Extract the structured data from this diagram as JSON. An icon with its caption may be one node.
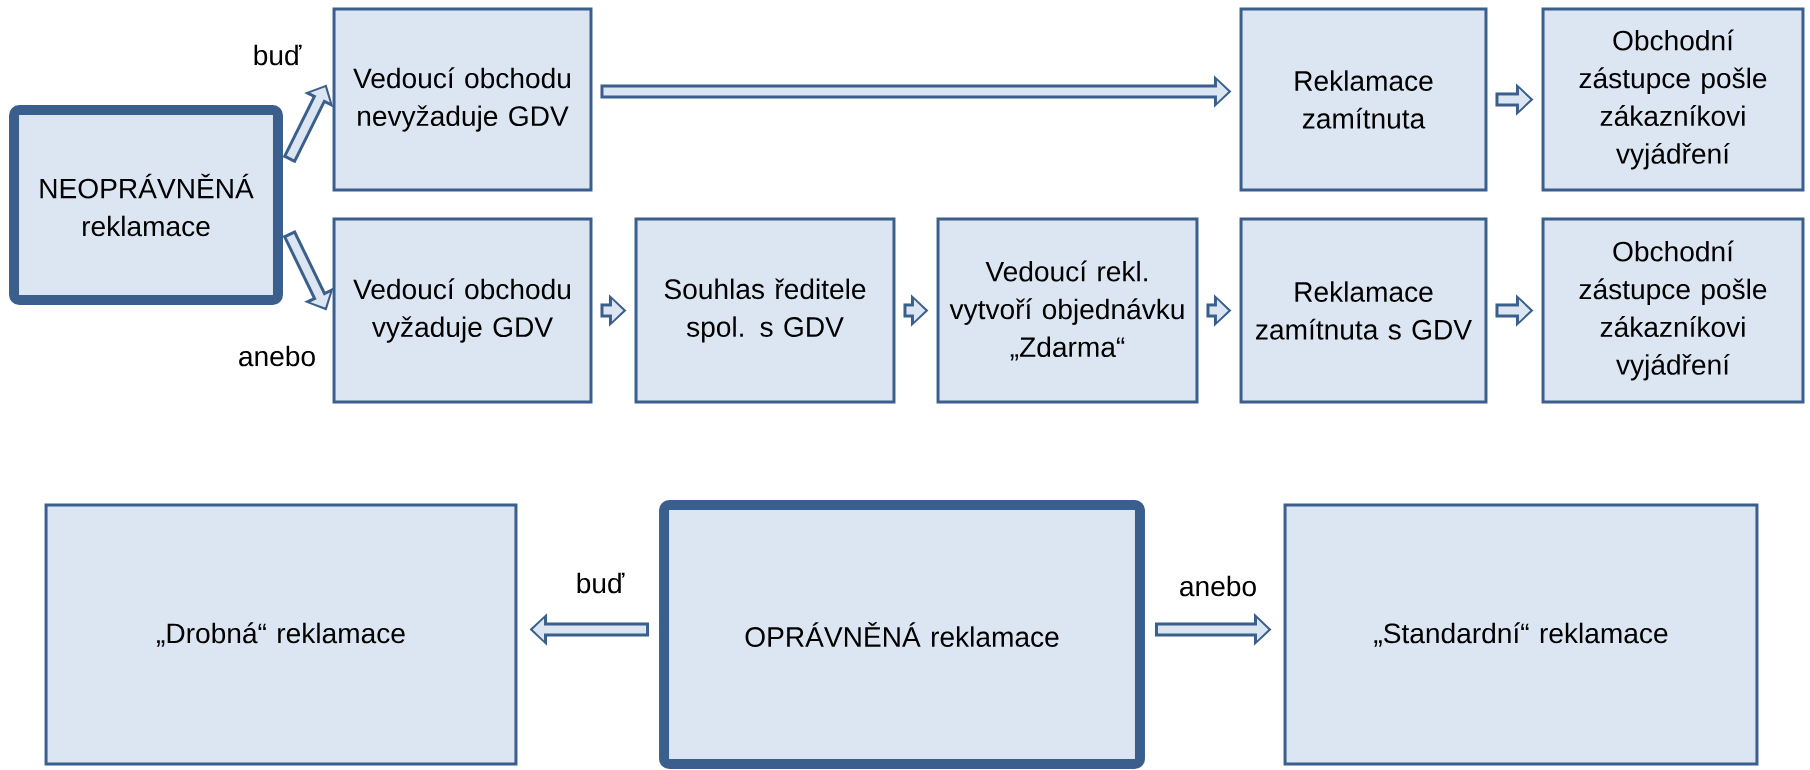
{
  "diagram": {
    "nodes": [
      {
        "text": [
          "NEOPRÁVNĚNÁ reklamace"
        ]
      },
      {
        "text": [
          "Vedoucí obchodu nevyžaduje GDV"
        ]
      },
      {
        "text": [
          "Reklamace zamítnuta"
        ]
      },
      {
        "text": [
          "Obchodní zástupce pošle zákazníkovi vyjádření"
        ]
      },
      {
        "text": [
          "Vedoucí obchodu vyžaduje GDV"
        ]
      },
      {
        "text": [
          "Souhlas ředitele spol. s GDV"
        ]
      },
      {
        "text": [
          "Vedoucí rekl. vytvoří objednávku „Zdarma“"
        ]
      },
      {
        "text": [
          "Reklamace zamítnuta s GDV"
        ]
      },
      {
        "text": [
          "Obchodní zástupce pošle zákazníkovi vyjádření"
        ]
      },
      {
        "text": [
          "„Drobná“ reklamace"
        ]
      },
      {
        "text": [
          "OPRÁVNĚNÁ reklamace"
        ]
      },
      {
        "text": [
          "„Standardní“ reklamace"
        ]
      }
    ],
    "edges": [
      {
        "from": 0,
        "to": 1,
        "arrow": "to",
        "label": "buď"
      },
      {
        "from": 1,
        "to": 2,
        "arrow": "to"
      },
      {
        "from": 2,
        "to": 3,
        "arrow": "to"
      },
      {
        "from": 0,
        "to": 4,
        "arrow": "to",
        "label": "anebo"
      },
      {
        "from": 4,
        "to": 5,
        "arrow": "to"
      },
      {
        "from": 5,
        "to": 6,
        "arrow": "to"
      },
      {
        "from": 6,
        "to": 7,
        "arrow": "to"
      },
      {
        "from": 7,
        "to": 8,
        "arrow": "to"
      },
      {
        "from": 10,
        "to": 9,
        "arrow": "to",
        "label": "buď"
      },
      {
        "from": 10,
        "to": 11,
        "arrow": "to",
        "label": "anebo"
      }
    ]
  }
}
